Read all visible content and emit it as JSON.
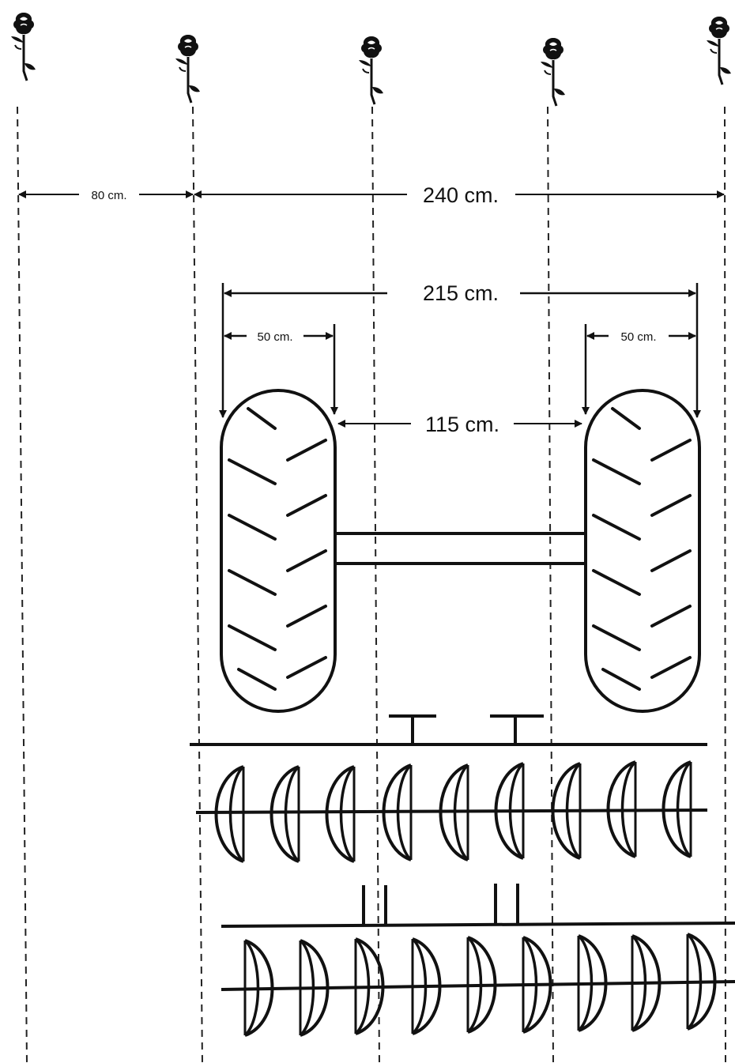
{
  "plants": {
    "count": 5,
    "icon": "rose-icon"
  },
  "dimensions": {
    "row_spacing": "80 cm.",
    "span_between_rows": "240 cm.",
    "track_width": "215 cm.",
    "left_tire_width": "50 cm.",
    "right_tire_width": "50 cm.",
    "gap_between_tires": "115 cm."
  },
  "colors": {
    "ink": "#111111",
    "background": "#ffffff"
  }
}
